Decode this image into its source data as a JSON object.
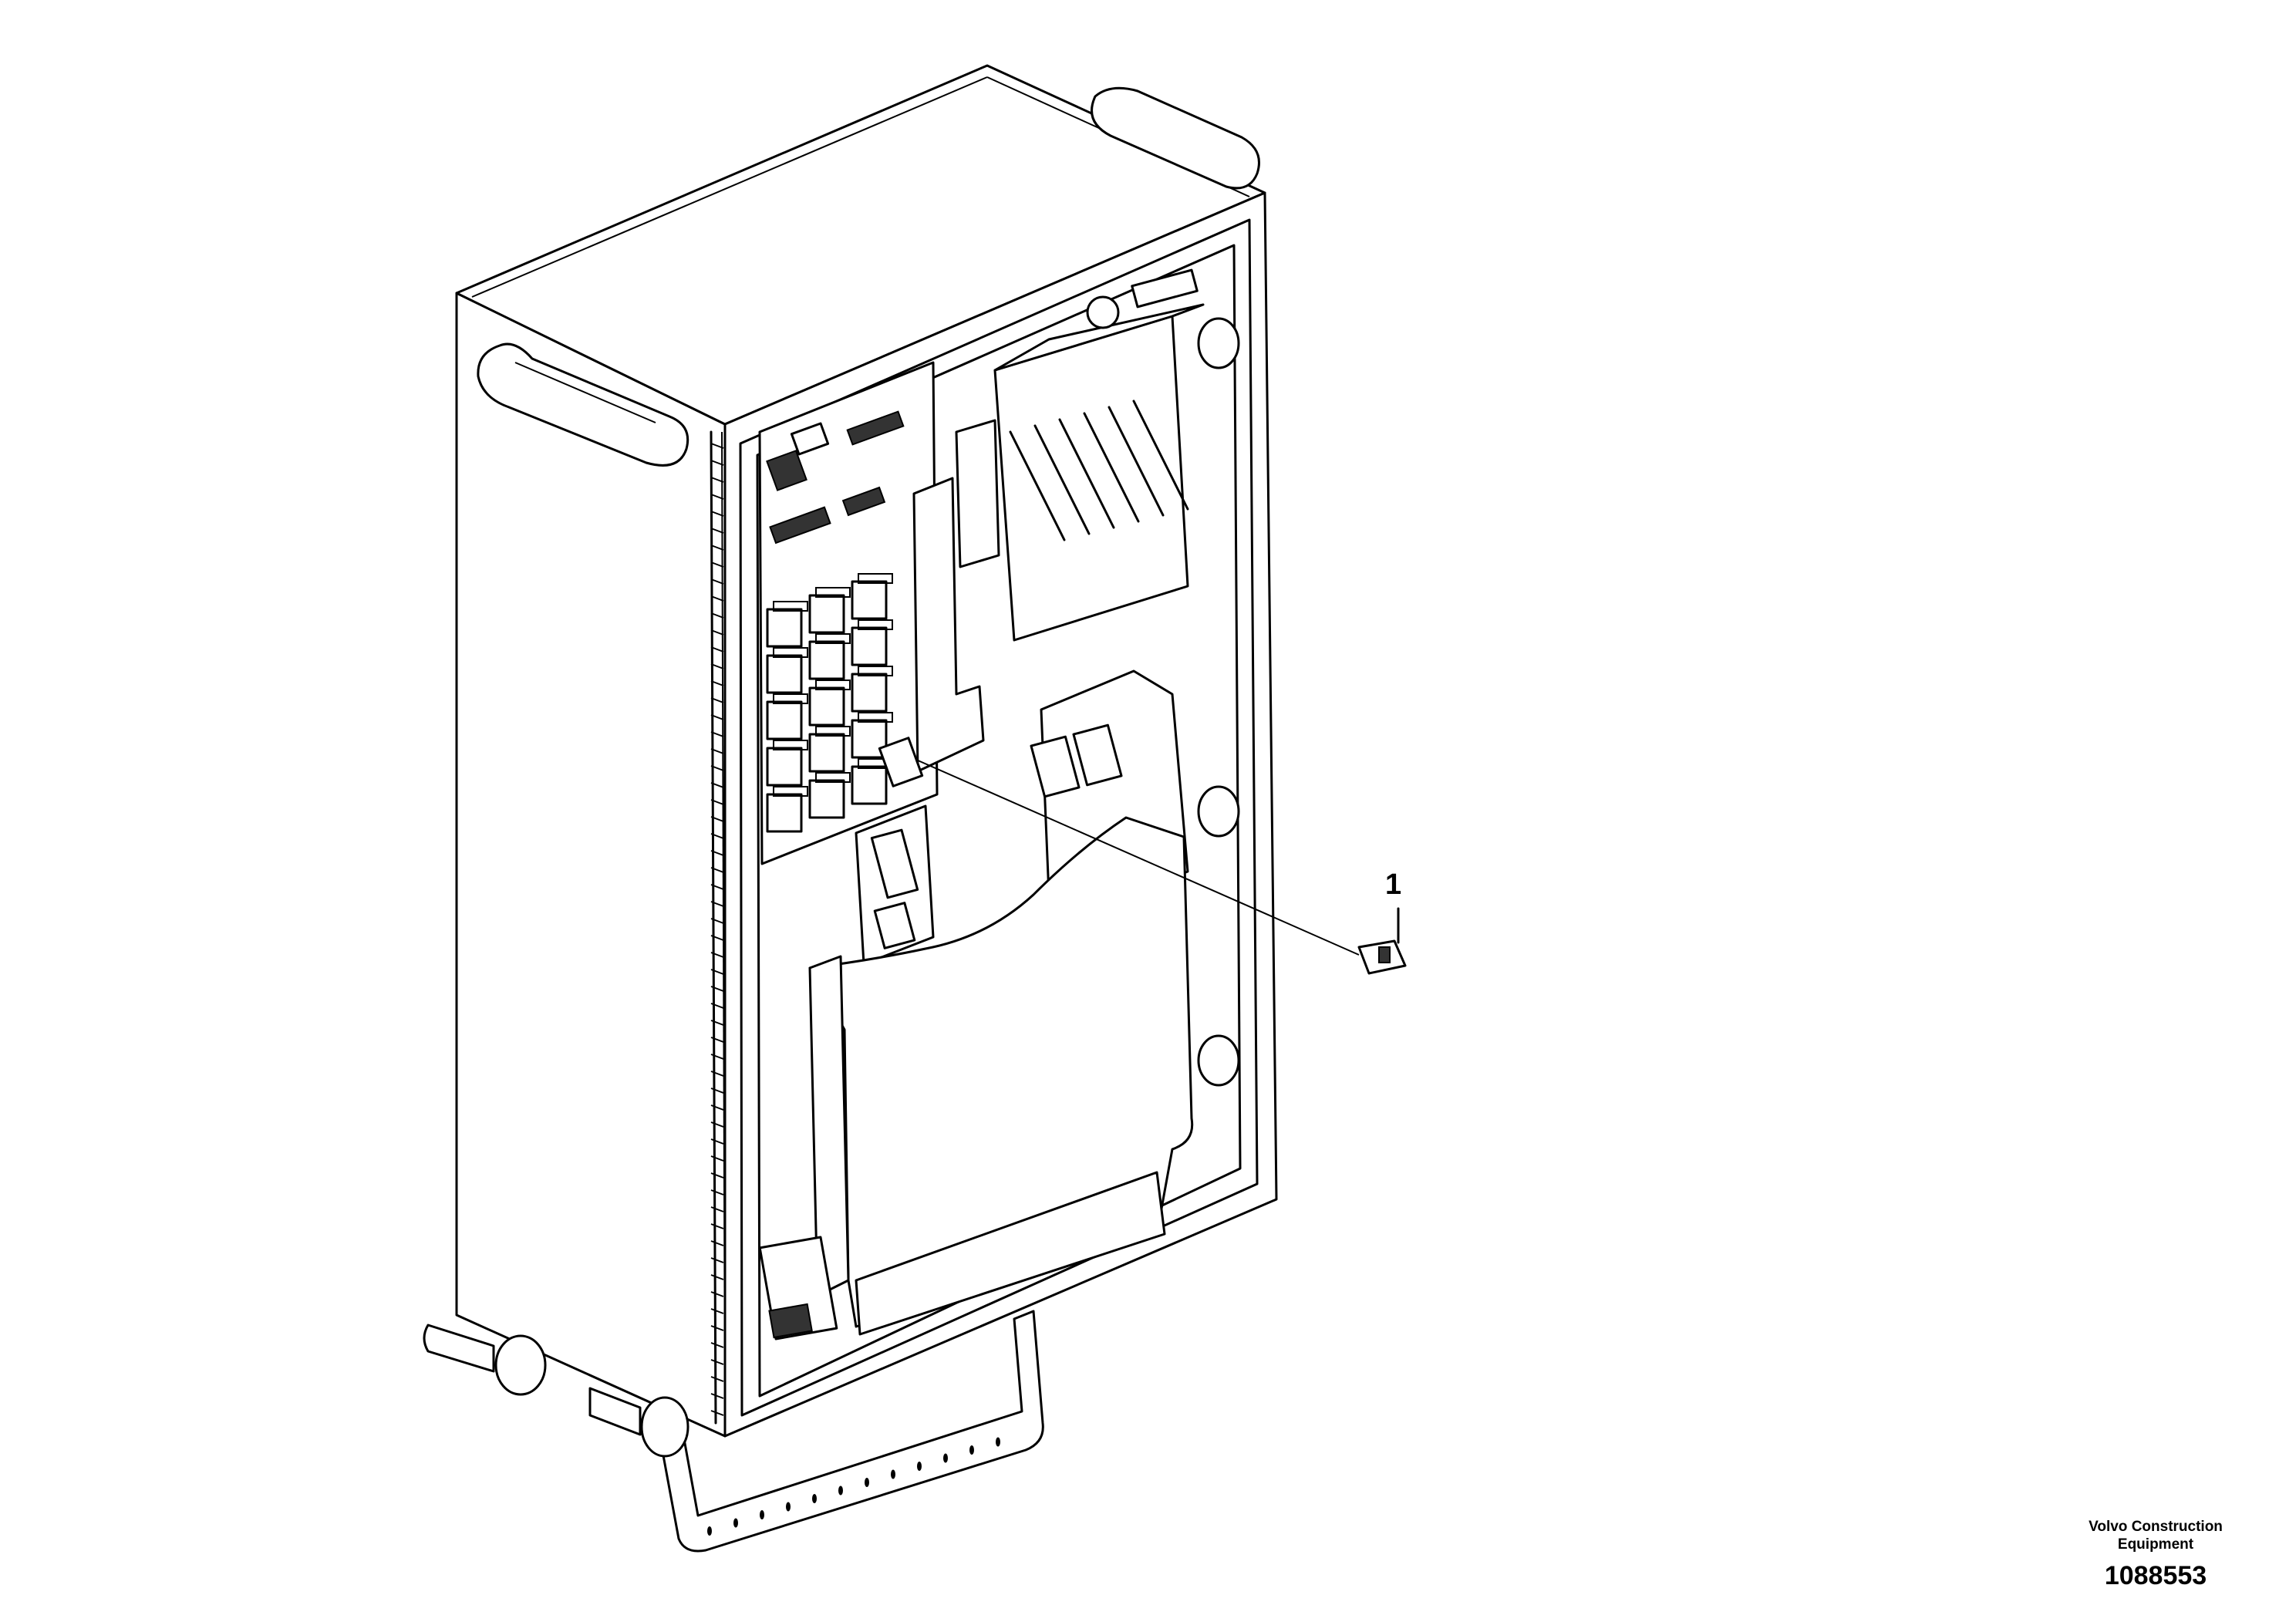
{
  "diagram": {
    "subject": "electrical-box-exploded-view",
    "callouts": [
      {
        "label": "1"
      }
    ]
  },
  "footer": {
    "brand_line1": "Volvo Construction",
    "brand_line2": "Equipment",
    "drawing_number": "1088553"
  }
}
